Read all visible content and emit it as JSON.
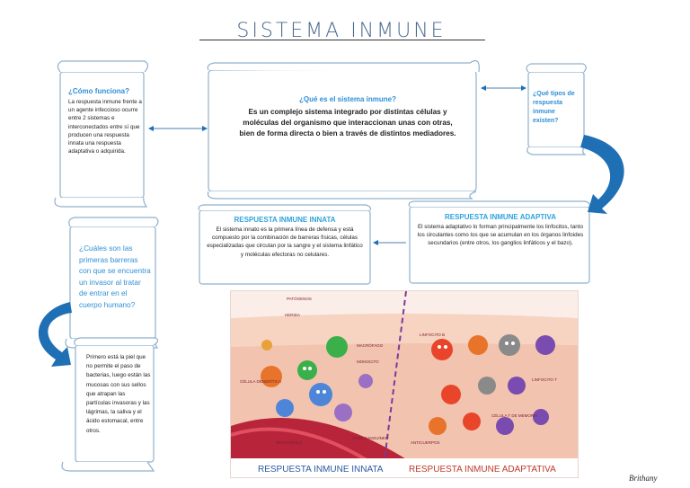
{
  "title": "SISTEMA INMUNE",
  "box_how": {
    "question": "¿Cómo funciona?",
    "body": "La respuesta inmune frente a un agente infeccioso ocurre entre 2 sistemas e interconectados entre sí que producen una respuesta innata una respuesta adaptativa o adquirida."
  },
  "box_what": {
    "question": "¿Qué es el sistema inmune?",
    "body": "Es un complejo sistema integrado por distintas células y moléculas del organismo que interaccionan unas con otras, bien de forma directa o bien a través de distintos mediadores."
  },
  "box_types": {
    "question": "¿Qué tipos de respuesta inmune existen?"
  },
  "box_innate": {
    "heading": "RESPUESTA INMUNE INNATA",
    "body": "El sistema innato es la primera línea de defensa y está compuesto por la combinación de barreras físicas, células especializadas que circulan por la sangre y el sistema linfático y moléculas efectoras no celulares."
  },
  "box_adaptive": {
    "heading": "RESPUESTA INMUNE ADAPTIVA",
    "body": "El sistema adaptativo lo forman principalmente los linfocitos, tanto los circulantes como los que se acumulan en los órganos linfoides secundarios (entre otros, los ganglios linfáticos y el bazo)."
  },
  "box_barriers": {
    "question": "¿Cuáles son las primeras barreras con que se encuentra un invasor al tratar de entrar en el cuerpo humano?"
  },
  "box_answer": {
    "body": "Primero está la piel que no permite el paso de bacterias, luego están las mucosas con sus sellos que atrapan las partículas invasoras y las lágrimas, la saliva y el ácido estomacal, entre otros."
  },
  "illustration": {
    "left_caption": "RESPUESTA INMUNE INNATA",
    "right_caption": "RESPUESTA INMUNE ADAPTATIVA",
    "labels": {
      "patogenos": "PATÓGENOS",
      "herida": "HERIDA",
      "celula_dendritica": "CÉLULA DENDRÍTICA",
      "macrofago": "MACRÓFAGO",
      "monocito": "MONOCITO",
      "neutrofilo": "NEUTRÓFILO",
      "vaso": "VASO SANGUÍNEO",
      "linfocito_b": "LINFOCITO B",
      "linfocito_t": "LINFOCITO T",
      "celula_memoria": "CÉLULA T DE MEMORIA",
      "anticuerpos": "ANTICUERPOS"
    },
    "colors": {
      "skin": "#f2c4b0",
      "vessel": "#b8243a",
      "bg": "#fbeee8",
      "divider": "#7a3b9a"
    }
  },
  "signature": "Brithany",
  "colors": {
    "accent": "#2f8fd6",
    "scroll_border": "#8fb0cc",
    "arrow": "#1f6fb5"
  }
}
